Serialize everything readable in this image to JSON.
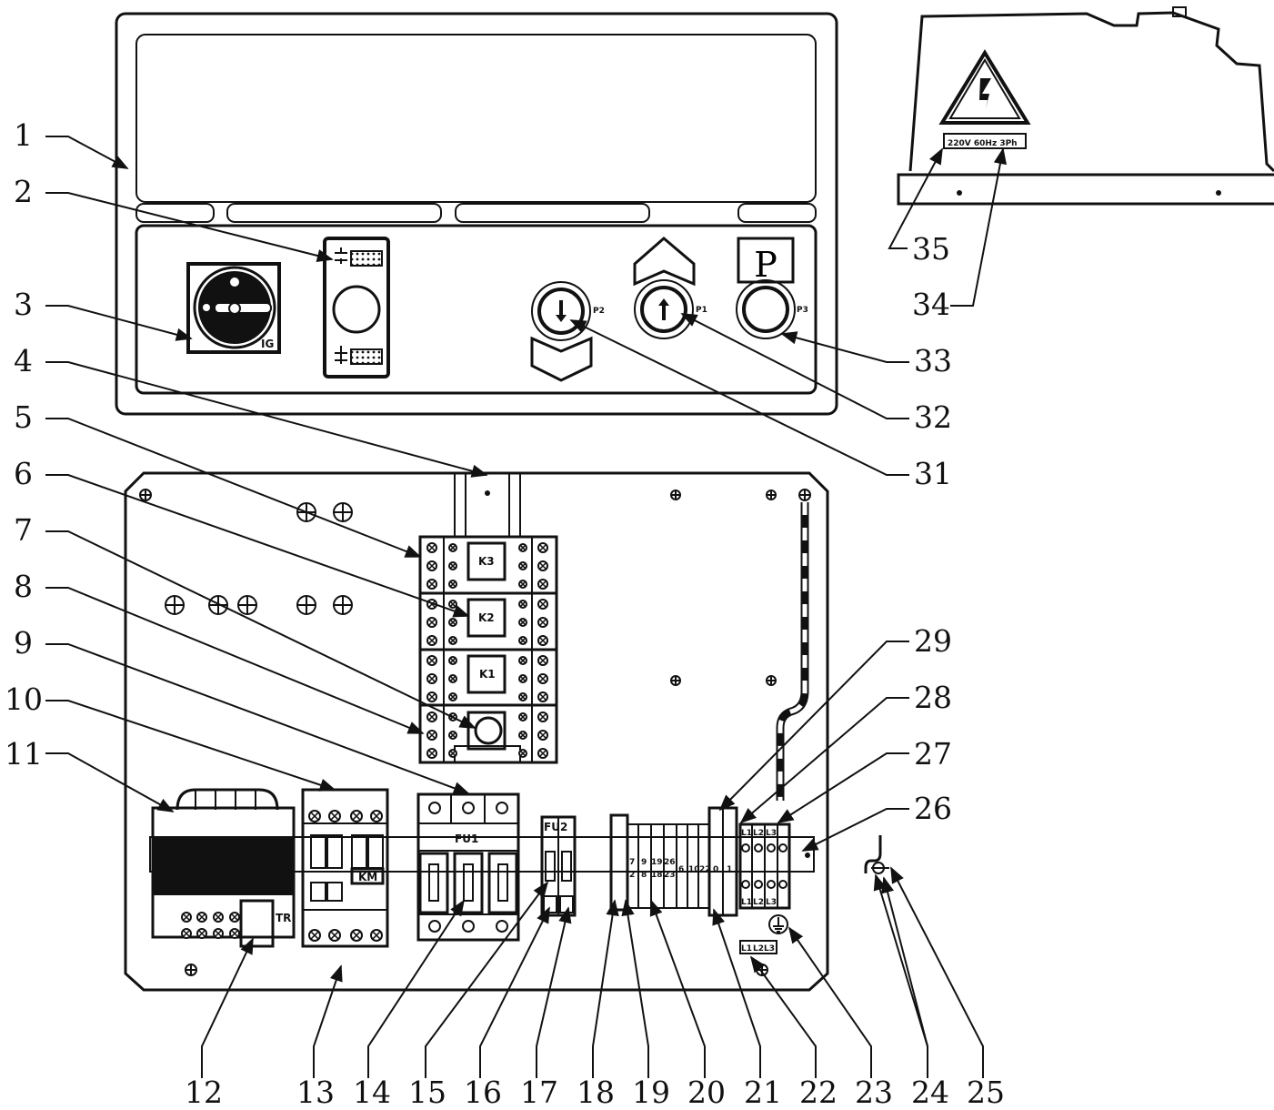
{
  "device_labels": {
    "ig": "IG",
    "p1": "P1",
    "p2": "P2",
    "p3": "P3",
    "p_sign": "P",
    "k1": "K1",
    "k2": "K2",
    "k3": "K3",
    "km": "KM",
    "tr": "TR",
    "fu1": "FU1",
    "fu2": "FU2",
    "voltage_plate": "220V 60Hz 3Ph",
    "l1": "L1",
    "l2": "L2",
    "l3": "L3",
    "t0": "0",
    "t1": "1",
    "t2": "2",
    "t6": "6",
    "t7": "7",
    "t8": "8",
    "t9": "9",
    "t10": "10",
    "t18": "18",
    "t19": "19",
    "t22": "22",
    "t23": "23",
    "t26": "26"
  },
  "callouts_left": [
    "1",
    "2",
    "3",
    "4",
    "5",
    "6",
    "7",
    "8",
    "9",
    "10",
    "11"
  ],
  "callouts_right": [
    "35",
    "34",
    "33",
    "32",
    "31",
    "29",
    "28",
    "27",
    "26"
  ],
  "callouts_bottom": [
    "12",
    "13",
    "14",
    "15",
    "16",
    "17",
    "18",
    "19",
    "20",
    "21",
    "22",
    "23",
    "24",
    "25"
  ]
}
